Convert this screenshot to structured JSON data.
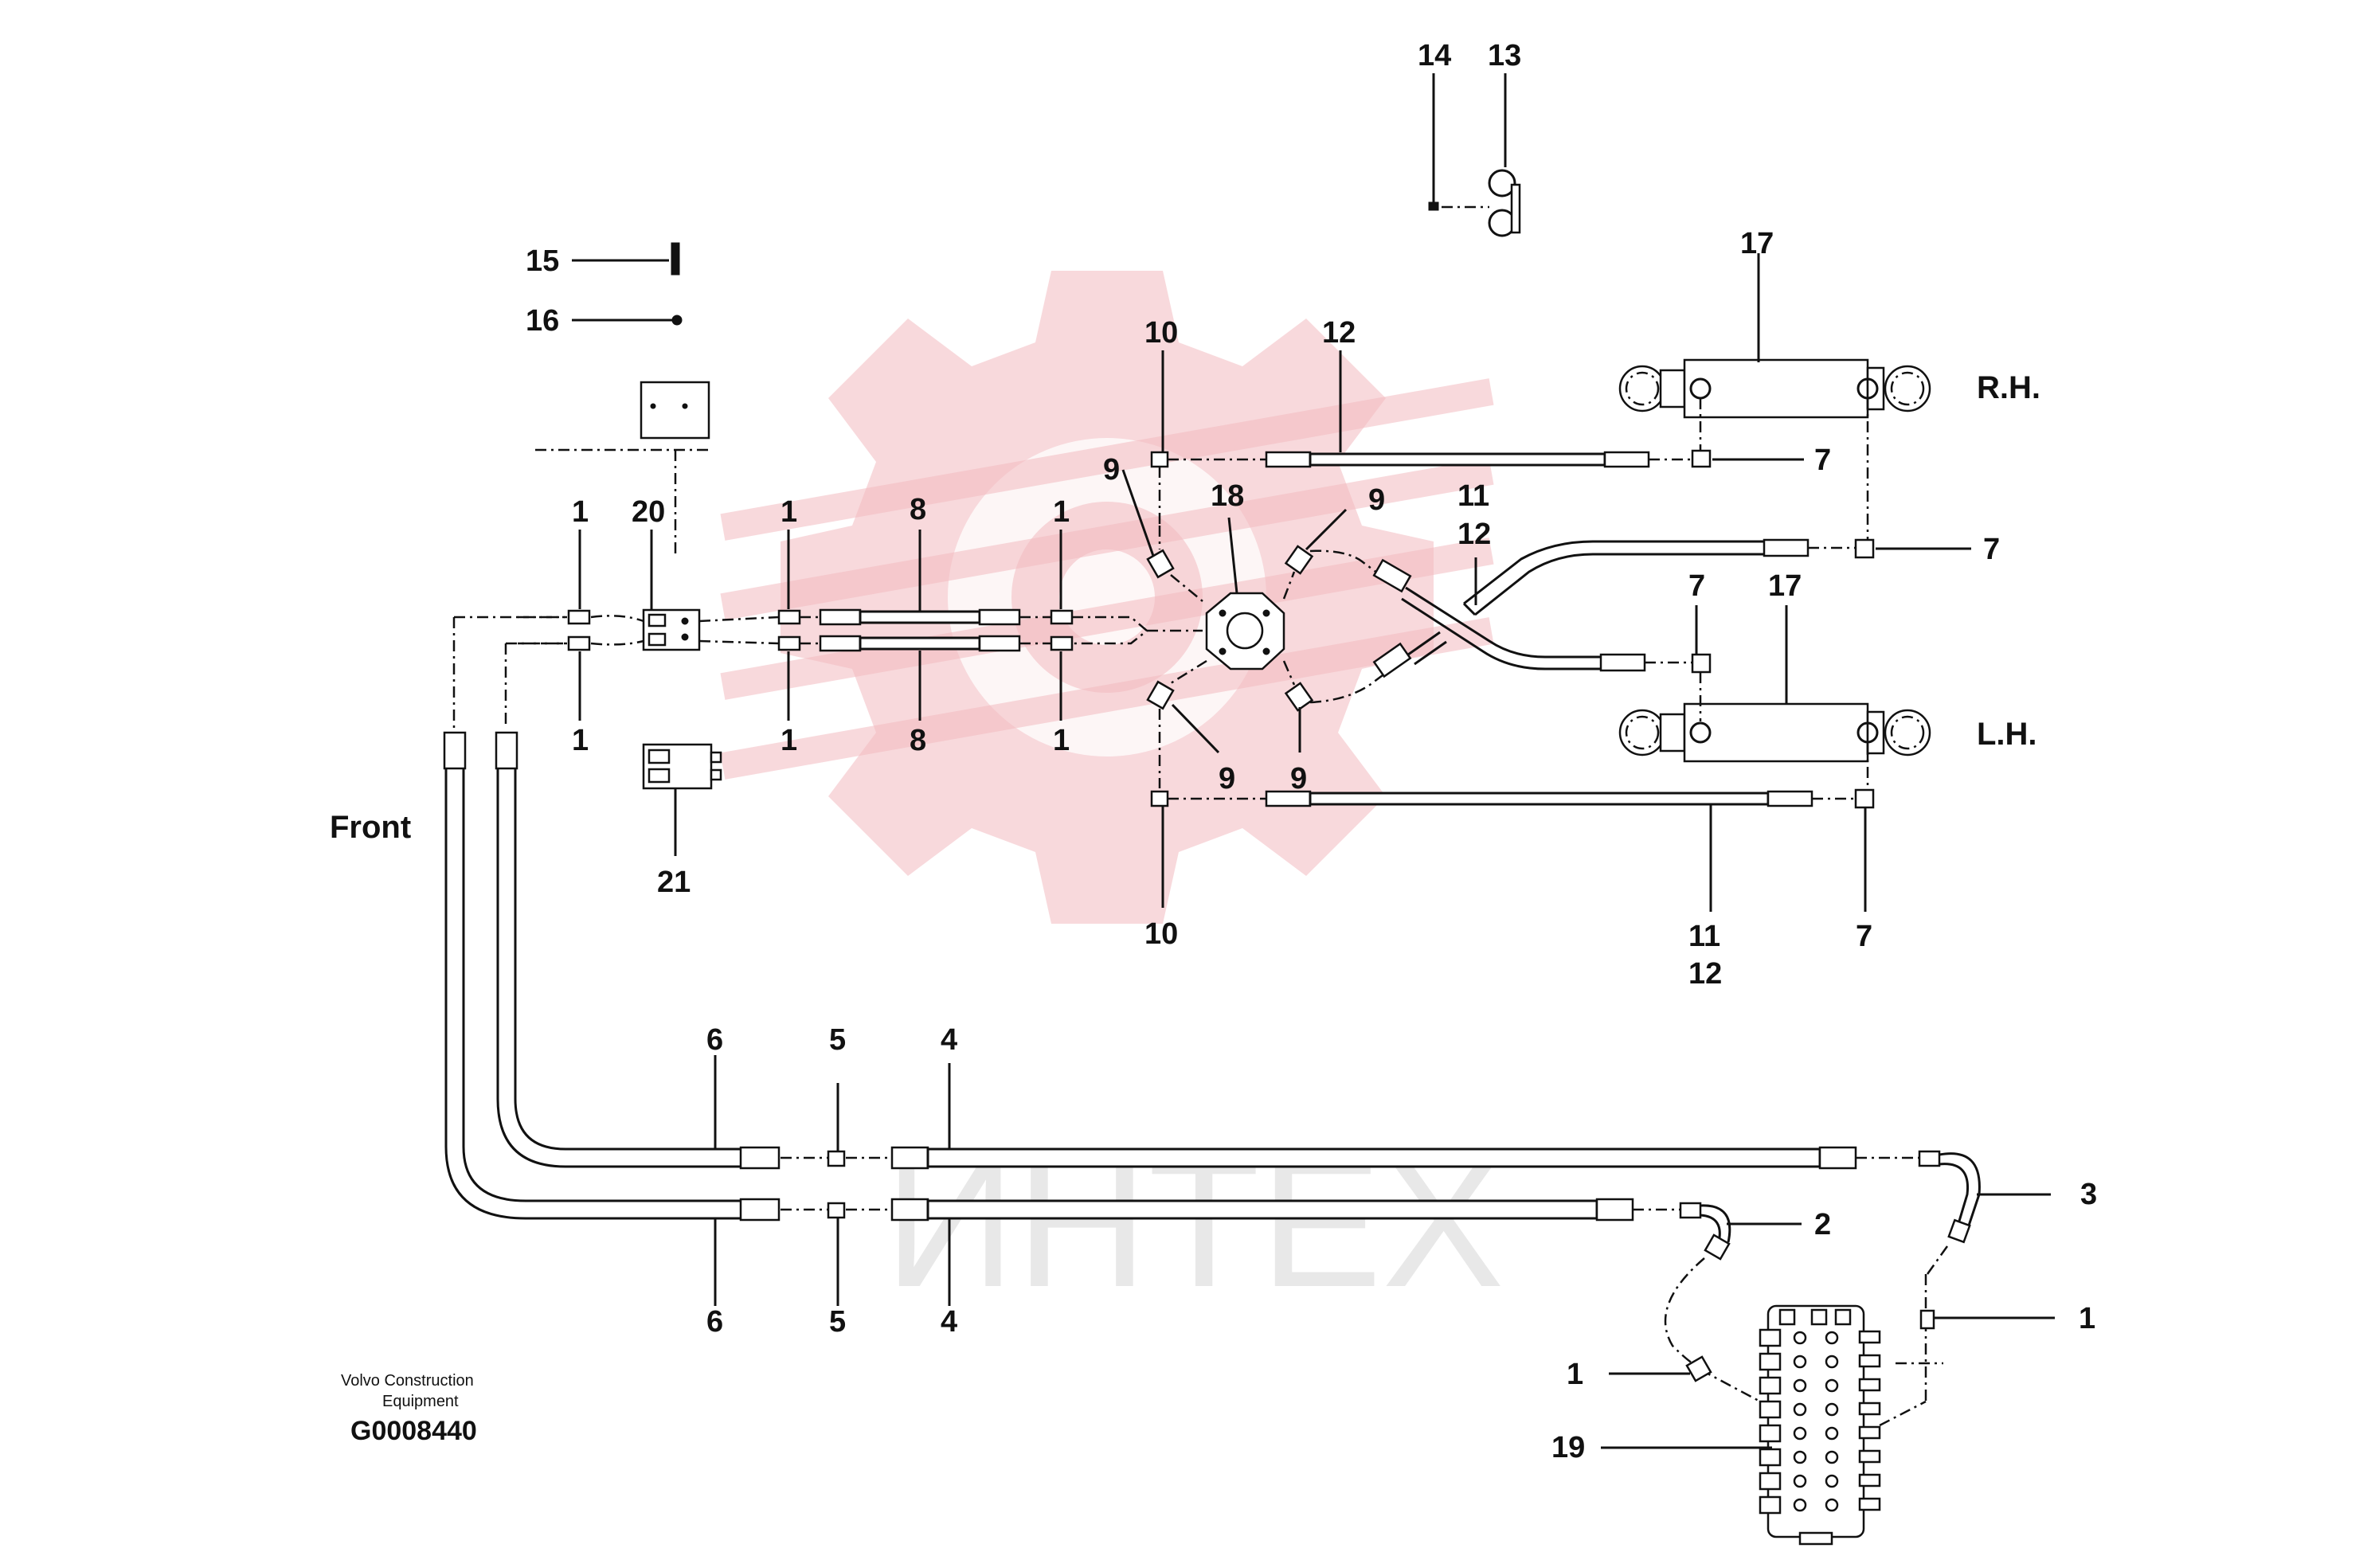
{
  "diagram": {
    "callouts": [
      {
        "id": "c14",
        "text": "14"
      },
      {
        "id": "c13",
        "text": "13"
      },
      {
        "id": "c15",
        "text": "15"
      },
      {
        "id": "c16",
        "text": "16"
      },
      {
        "id": "c17a",
        "text": "17"
      },
      {
        "id": "c17b",
        "text": "17"
      },
      {
        "id": "c10a",
        "text": "10"
      },
      {
        "id": "c10b",
        "text": "10"
      },
      {
        "id": "c12a",
        "text": "12"
      },
      {
        "id": "c12b",
        "text": "12"
      },
      {
        "id": "c12c",
        "text": "12"
      },
      {
        "id": "c11a",
        "text": "11"
      },
      {
        "id": "c11b",
        "text": "11"
      },
      {
        "id": "c18",
        "text": "18"
      },
      {
        "id": "c9a",
        "text": "9"
      },
      {
        "id": "c9b",
        "text": "9"
      },
      {
        "id": "c9c",
        "text": "9"
      },
      {
        "id": "c9d",
        "text": "9"
      },
      {
        "id": "c8a",
        "text": "8"
      },
      {
        "id": "c8b",
        "text": "8"
      },
      {
        "id": "c20",
        "text": "20"
      },
      {
        "id": "c21",
        "text": "21"
      },
      {
        "id": "c1a",
        "text": "1"
      },
      {
        "id": "c1b",
        "text": "1"
      },
      {
        "id": "c1c",
        "text": "1"
      },
      {
        "id": "c1d",
        "text": "1"
      },
      {
        "id": "c1e",
        "text": "1"
      },
      {
        "id": "c1f",
        "text": "1"
      },
      {
        "id": "c1g",
        "text": "1"
      },
      {
        "id": "c1h",
        "text": "1"
      },
      {
        "id": "c7a",
        "text": "7"
      },
      {
        "id": "c7b",
        "text": "7"
      },
      {
        "id": "c7c",
        "text": "7"
      },
      {
        "id": "c7d",
        "text": "7"
      },
      {
        "id": "c6a",
        "text": "6"
      },
      {
        "id": "c6b",
        "text": "6"
      },
      {
        "id": "c5a",
        "text": "5"
      },
      {
        "id": "c5b",
        "text": "5"
      },
      {
        "id": "c4a",
        "text": "4"
      },
      {
        "id": "c4b",
        "text": "4"
      },
      {
        "id": "c3",
        "text": "3"
      },
      {
        "id": "c2",
        "text": "2"
      },
      {
        "id": "c19",
        "text": "19"
      }
    ],
    "labels": {
      "rh": "R.H.",
      "lh": "L.H.",
      "front": "Front",
      "credit_line1": "Volvo Construction",
      "credit_line2": "Equipment",
      "drawing_code": "G0008440"
    },
    "watermark": {
      "text": "ИНТЕХ",
      "gear_color": "#f2b9bf",
      "text_color": "#d9d9d9"
    }
  }
}
